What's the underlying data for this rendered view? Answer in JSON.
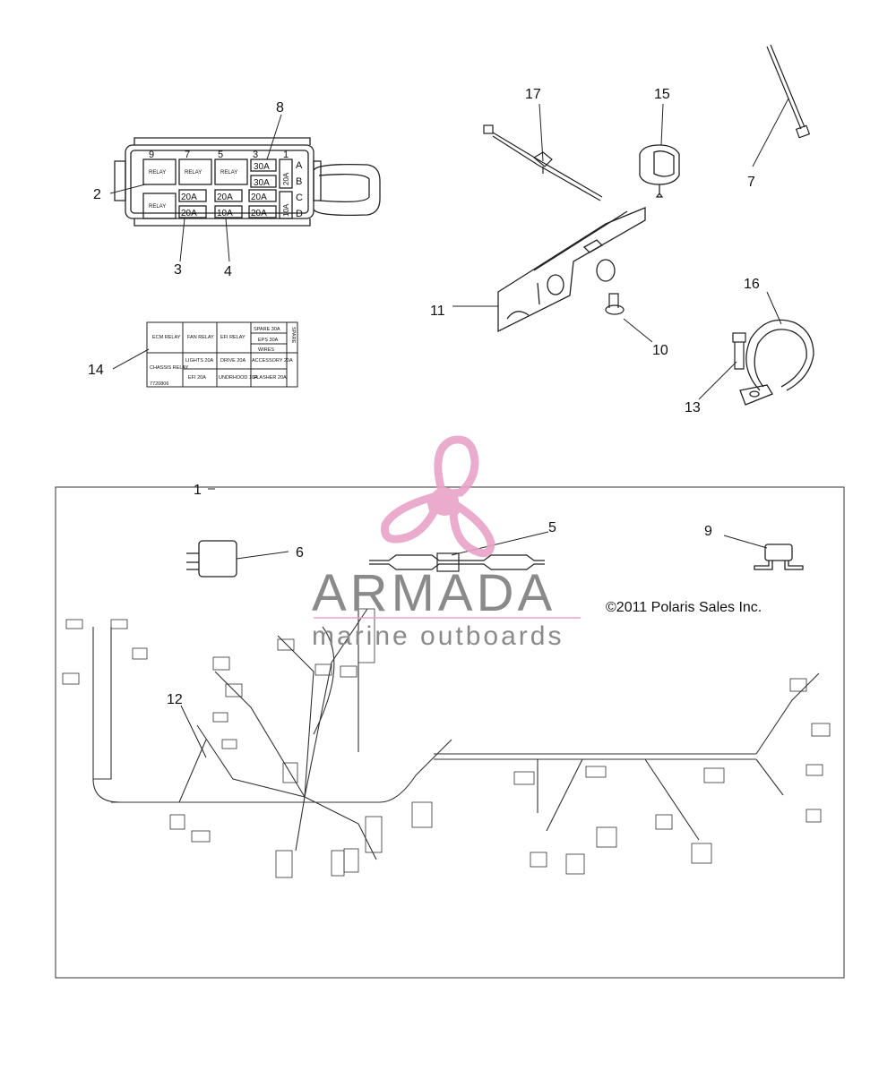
{
  "diagram": {
    "callouts": {
      "c1": "1",
      "c2": "2",
      "c3": "3",
      "c4": "4",
      "c5": "5",
      "c6": "6",
      "c7": "7",
      "c8": "8",
      "c9": "9",
      "c10": "10",
      "c11": "11",
      "c12": "12",
      "c13": "13",
      "c14": "14",
      "c15": "15",
      "c16": "16",
      "c17": "17"
    },
    "fuse_box": {
      "columns": [
        "9",
        "7",
        "5",
        "3",
        "1"
      ],
      "rows": [
        "A",
        "B",
        "C",
        "D"
      ],
      "relay_label": "RELAY",
      "fuses": [
        "30A",
        "30A",
        "20A",
        "20A",
        "20A",
        "20A",
        "10A",
        "20A",
        "20A",
        "10A"
      ]
    },
    "fuse_label": {
      "cells": {
        "ecm": "ECM RELAY",
        "fan": "FAN RELAY",
        "efi": "EFI RELAY",
        "spare30": "SPARE 30A",
        "eps": "EPS 30A",
        "wires": "WIRES",
        "chassis": "CHASSIS RELAY",
        "lights": "LIGHTS 20A",
        "drive": "DRIVE 20A",
        "accessory": "ACCESSORY 20A",
        "efi20": "EFI 20A",
        "underhood": "UNDRHOOD 10A",
        "flasher": "FLASHER 20A",
        "spare": "SPARE"
      },
      "code": "7720806"
    },
    "copyright": "©2011 Polaris Sales Inc."
  },
  "watermark": {
    "title": "ARMADA",
    "subtitle": "marine outboards",
    "accent_color": "#e8a3c8"
  }
}
